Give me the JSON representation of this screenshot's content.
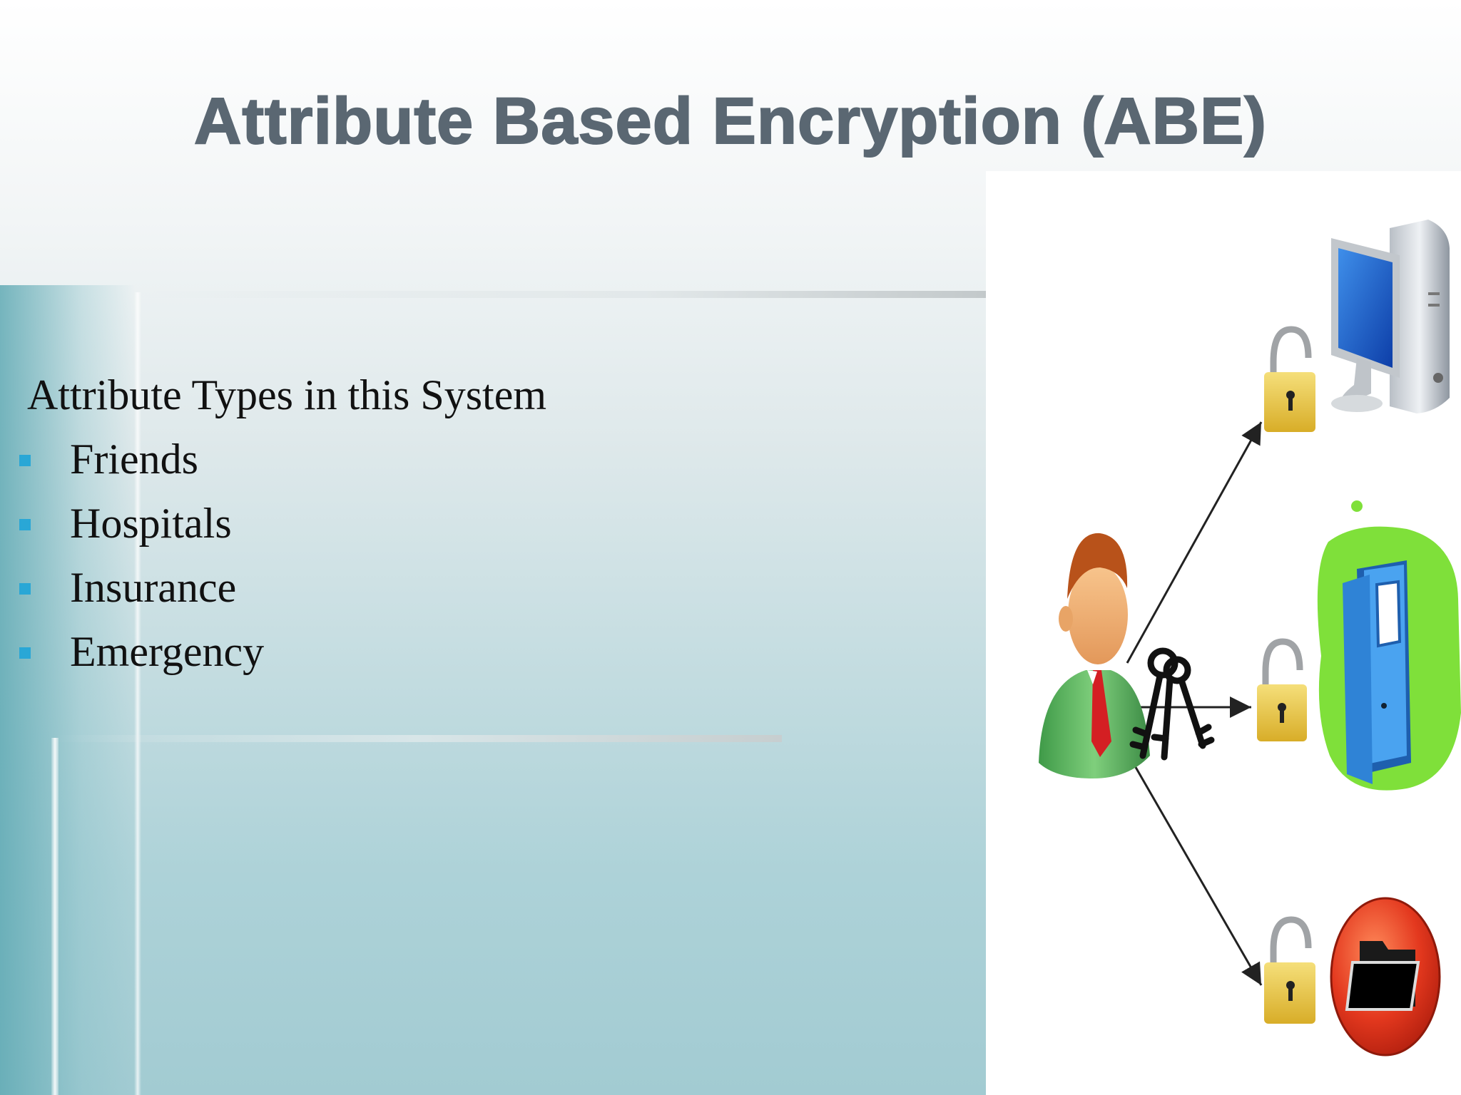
{
  "slide": {
    "title": "Attribute Based Encryption (ABE)",
    "heading": "Attribute Types in this System",
    "bullets": [
      {
        "label": "Friends"
      },
      {
        "label": "Hospitals"
      },
      {
        "label": "Insurance"
      },
      {
        "label": "Emergency"
      }
    ]
  },
  "figure": {
    "icons": [
      "user-icon",
      "keys-icon",
      "padlock-icon",
      "computer-icon",
      "door-icon",
      "folder-icon",
      "arrow-icon"
    ]
  },
  "colors": {
    "title": "#5a6772",
    "bullet": "#29a7d6",
    "text": "#111111"
  }
}
